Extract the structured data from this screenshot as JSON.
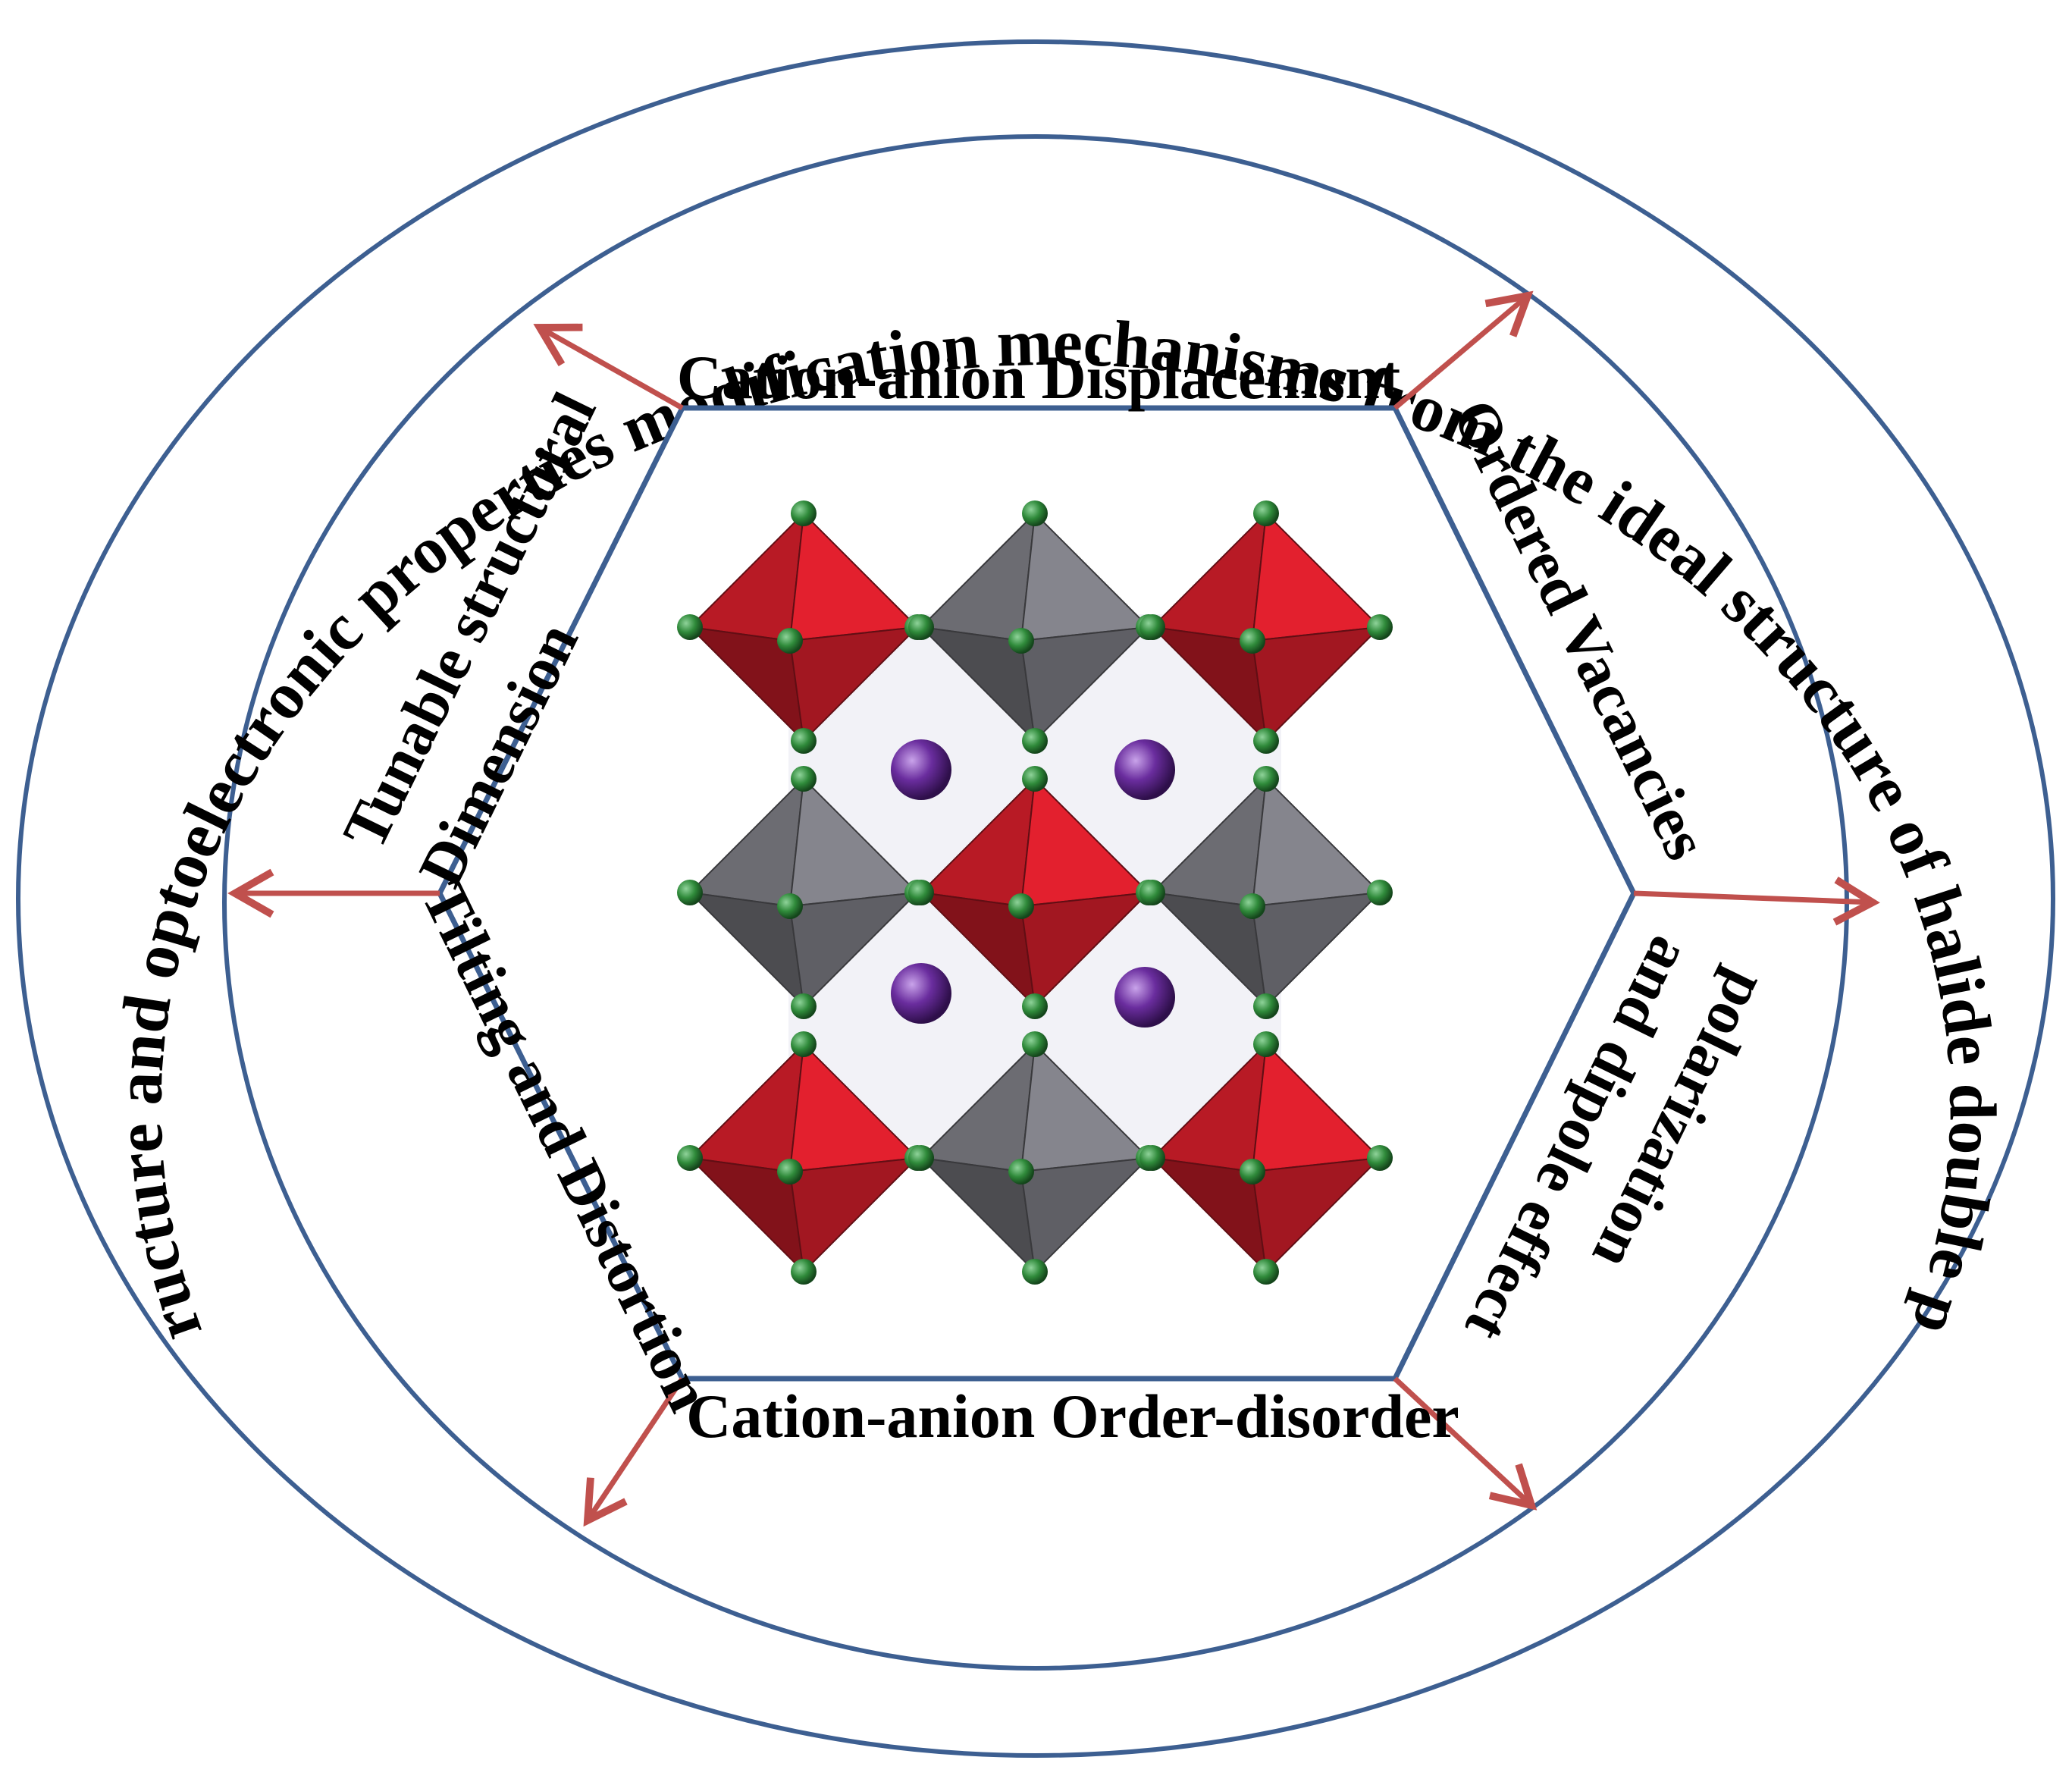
{
  "diagram": {
    "outer_ring_title": "Family, structure and optoelectronic properties modification mechanisms from the ideal structure of halide double perovskites",
    "labels": {
      "top": "Cation-anion Displacement",
      "upper_right": "Ordered Vacancies",
      "lower_right_line1": "polarization",
      "lower_right_line2": "and dipole effect",
      "bottom": "Cation-anion Order-disorder",
      "lower_left": "Tilting and Distortion",
      "upper_left_line1": "Tunable structural",
      "upper_left_line2": "Dimension"
    },
    "colors": {
      "ellipse_stroke": "#3d5f91",
      "hexagon_stroke": "#3d5f91",
      "arrow": "#c0504d",
      "octahedron_red": "#d81e2c",
      "octahedron_grey": "#7f7f86",
      "anion_green": "#2f8a3a",
      "cation_purple": "#6a2d9e"
    },
    "crystal_image": {
      "description_icon": "double-perovskite-crystal-icon"
    }
  }
}
